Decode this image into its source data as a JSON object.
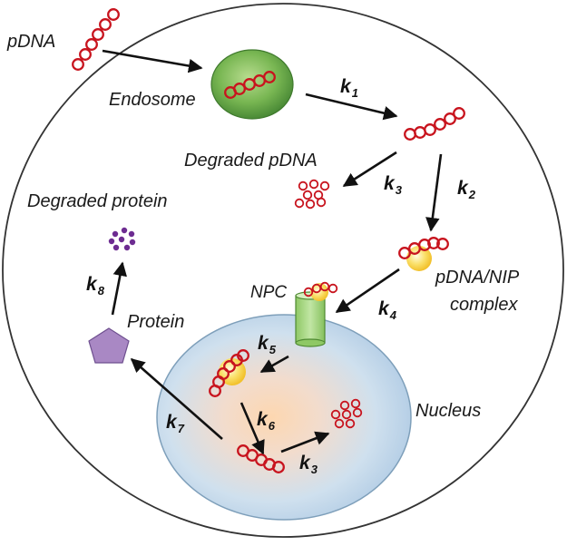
{
  "labels": {
    "pdna": "pDNA",
    "endosome": "Endosome",
    "degraded_pdna": "Degraded pDNA",
    "degraded_protein": "Degraded protein",
    "protein": "Protein",
    "npc": "NPC",
    "complex_line1": "pDNA/NIP",
    "complex_line2": "complex",
    "nucleus": "Nucleus"
  },
  "rates": [
    {
      "letter": "k",
      "sub": "1"
    },
    {
      "letter": "k",
      "sub": "2"
    },
    {
      "letter": "k",
      "sub": "3"
    },
    {
      "letter": "k",
      "sub": "4"
    },
    {
      "letter": "k",
      "sub": "5"
    },
    {
      "letter": "k",
      "sub": "6"
    },
    {
      "letter": "k",
      "sub": "7"
    },
    {
      "letter": "k",
      "sub": "8"
    },
    {
      "letter": "k",
      "sub": "3"
    }
  ],
  "colors": {
    "pdna_ring": "#c8141e",
    "endosome": "#6ab04c",
    "nucleus": "#c9dcec",
    "nucleus_core": "#fbd9b6",
    "npc": "#9fd37a",
    "nip": "#f7d23e",
    "protein": "#a77cc1",
    "degraded_protein": "#6d2c91",
    "arrow": "#111111",
    "cell_border": "#333333"
  }
}
